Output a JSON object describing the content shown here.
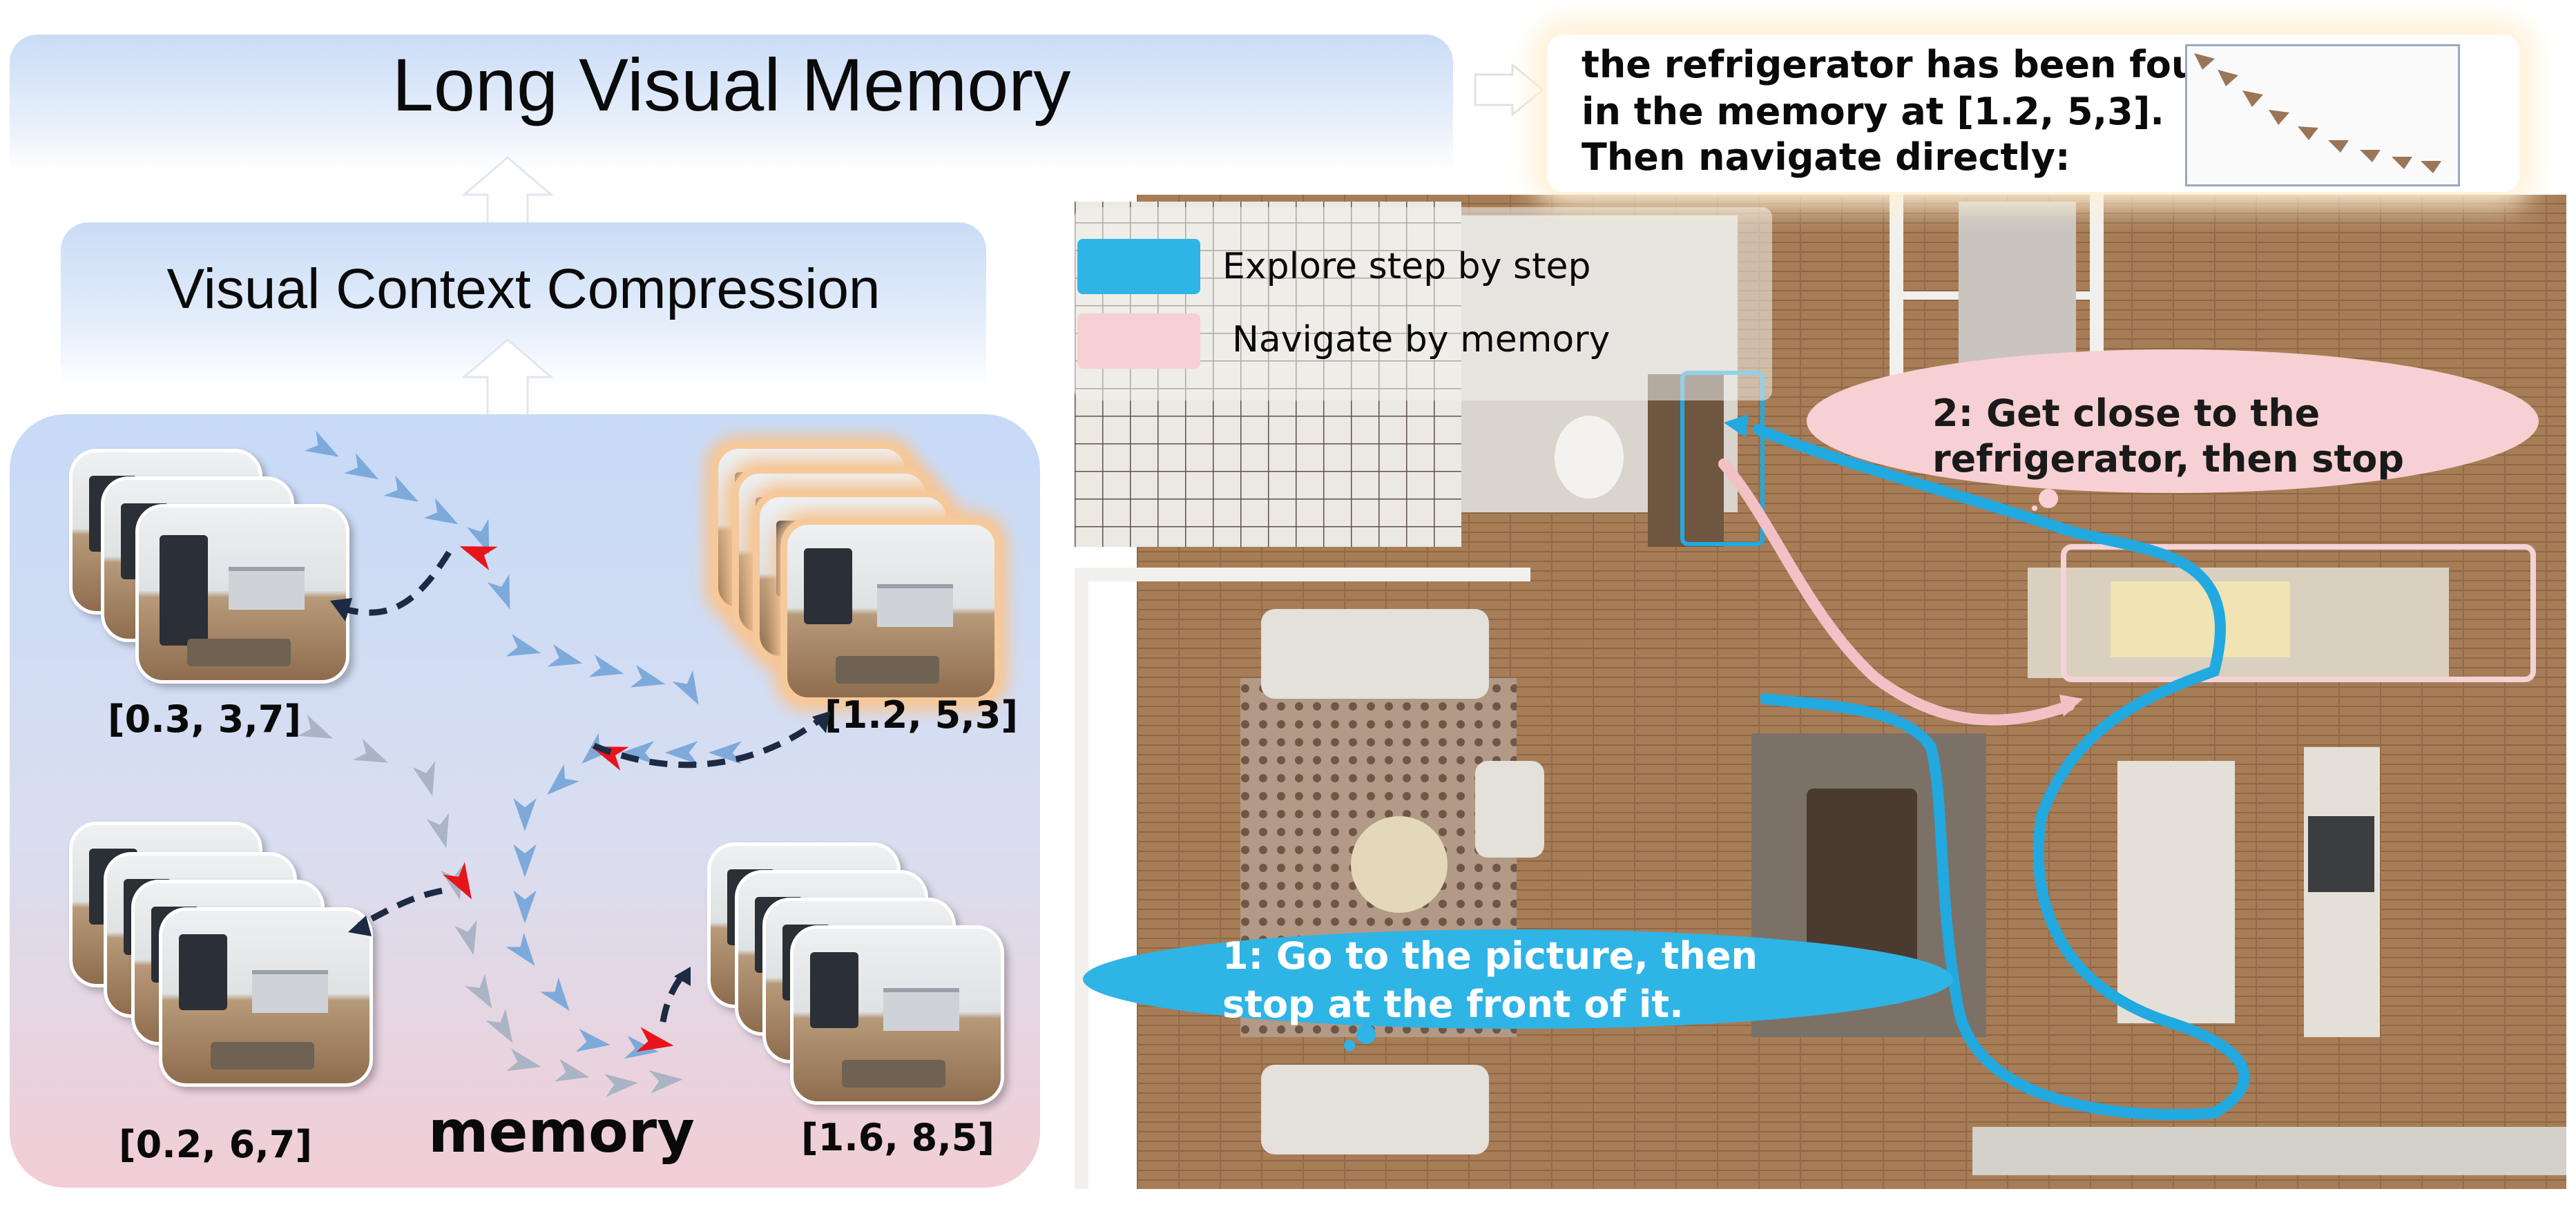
{
  "left_panel": {
    "title_long_memory": "Long Visual Memory",
    "title_compression": "Visual Context Compression",
    "memory_label": "memory",
    "frames": [
      {
        "coords": "[0.3, 3,7]"
      },
      {
        "coords": "[1.2, 5,3]",
        "highlighted": true
      },
      {
        "coords": "[0.2, 6,7]"
      },
      {
        "coords": "[1.6, 8,5]"
      }
    ]
  },
  "right_panel": {
    "legend": {
      "explore_label": "Explore step by step",
      "explore_color": "#2fb4e6",
      "memory_label": "Navigate by memory",
      "memory_color": "#f7d0d3"
    },
    "info": {
      "line1": "the refrigerator has been found",
      "line2": "in the memory at [1.2, 5,3].",
      "line3": "Then navigate directly:"
    },
    "instruction_1": {
      "line1": "1:  Go to the picture, then",
      "line2": "stop at the front of it."
    },
    "instruction_2": {
      "line1": "2:  Get close to the",
      "line2": "refrigerator, then stop"
    }
  },
  "colors": {
    "explore_path": "#21a9e0",
    "memory_path": "#f3c0c6",
    "arrow_blue": "#7da9db",
    "arrow_gray": "#aab4c4",
    "arrow_red": "#e8141c",
    "dashed_link": "#1d2a44",
    "highlight_box": "#f7c594"
  }
}
